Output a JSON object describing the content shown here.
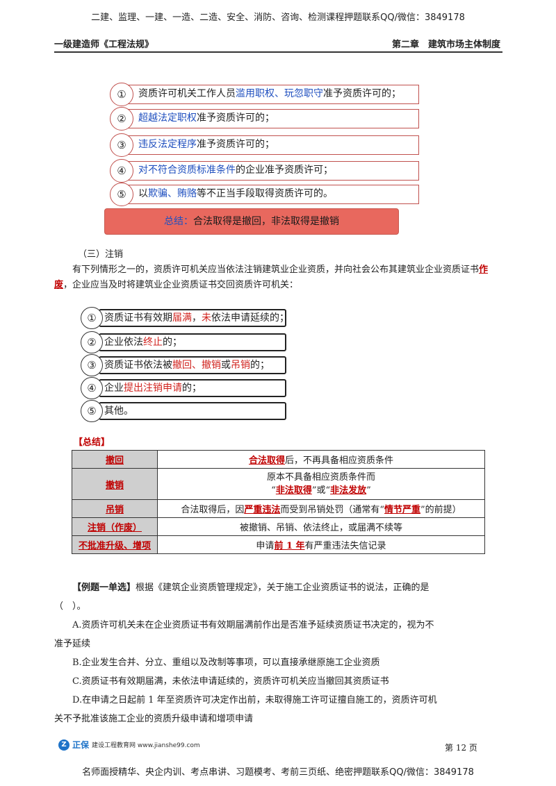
{
  "top_banner": "二建、监理、一建、一造、二造、安全、消防、咨询、检测课程押题联系QQ/微信：3849178",
  "header": {
    "left": "一级建造师《工程法规》",
    "right": "第二章　建筑市场主体制度"
  },
  "list1": [
    {
      "num": "①",
      "parts": [
        {
          "t": "资质许可机关工作人员",
          "c": ""
        },
        {
          "t": "滥用职权、玩忽职守",
          "c": "blue"
        },
        {
          "t": "准予资质许可的；",
          "c": ""
        }
      ]
    },
    {
      "num": "②",
      "parts": [
        {
          "t": "超越法定职权",
          "c": "blue"
        },
        {
          "t": "准予资质许可的；",
          "c": ""
        }
      ]
    },
    {
      "num": "③",
      "parts": [
        {
          "t": "违反法定程序",
          "c": "blue"
        },
        {
          "t": "准予资质许可的；",
          "c": ""
        }
      ]
    },
    {
      "num": "④",
      "parts": [
        {
          "t": "对不符合资质标准条件",
          "c": "blue"
        },
        {
          "t": "的企业准予资质许可；",
          "c": ""
        }
      ]
    },
    {
      "num": "⑤",
      "parts": [
        {
          "t": "以",
          "c": ""
        },
        {
          "t": "欺骗、贿赂",
          "c": "blue"
        },
        {
          "t": "等不正当手段取得资质许可的。",
          "c": ""
        }
      ]
    }
  ],
  "summary_bar": {
    "label": "总结：",
    "text": "合法取得是撤回，非法取得是撤销"
  },
  "section": {
    "title": "（三）注销",
    "para_a": "有下列情形之一的，资质许可机关应当依法注销建筑业企业资质，并向社会公布其建筑业企业资质证书",
    "para_hl": "作废",
    "para_b": "，企业应当及时将建筑业企业资质证书交回资质许可机关："
  },
  "list2": [
    {
      "num": "①",
      "parts": [
        {
          "t": "资质证书有效期",
          "c": ""
        },
        {
          "t": "届满",
          "c": "r"
        },
        {
          "t": "，",
          "c": ""
        },
        {
          "t": "未",
          "c": "r"
        },
        {
          "t": "依法申请延续的；",
          "c": ""
        }
      ]
    },
    {
      "num": "②",
      "parts": [
        {
          "t": "企业依法",
          "c": ""
        },
        {
          "t": "终止",
          "c": "r"
        },
        {
          "t": "的；",
          "c": ""
        }
      ]
    },
    {
      "num": "③",
      "parts": [
        {
          "t": "资质证书依法被",
          "c": ""
        },
        {
          "t": "撤回、撤销",
          "c": "r"
        },
        {
          "t": "或",
          "c": ""
        },
        {
          "t": "吊销",
          "c": "r"
        },
        {
          "t": "的；",
          "c": ""
        }
      ]
    },
    {
      "num": "④",
      "parts": [
        {
          "t": "企业",
          "c": ""
        },
        {
          "t": "提出注销申请",
          "c": "r"
        },
        {
          "t": "的；",
          "c": ""
        }
      ]
    },
    {
      "num": "⑤",
      "parts": [
        {
          "t": "其他。",
          "c": ""
        }
      ]
    }
  ],
  "summary_table": {
    "label": "【总结】",
    "rows": [
      {
        "key": "撤回",
        "a": "",
        "hl": "合法取得",
        "b": "后，不再具备相应资质条件"
      },
      {
        "key": "撤销",
        "line1": "原本不具备相应资质条件而",
        "q1": "非法取得",
        "mid": "”或“",
        "q2": "非法发放"
      },
      {
        "key": "吊销",
        "a": "合法取得后，因",
        "hl": "严重违法",
        "b": "而受到吊销处罚（通常有“",
        "hl2": "情节严重",
        "c": "”的前提）"
      },
      {
        "key": "注销（作废）",
        "text": "被撤销、吊销、依法终止，或届满不续等"
      },
      {
        "key": "不批准升级、增项",
        "a": "申请",
        "hl": "前 1 年",
        "b": "有严重违法失信记录"
      }
    ]
  },
  "question": {
    "tag": "【例题一单选】",
    "stem": "根据《建筑企业资质管理规定》，关于施工企业资质证书的说法，正确的是",
    "blank": "（　）。",
    "options": [
      {
        "a": "A.资质许可机关未在企业资质证书有效期届满前作出是否准予延续资质证书决定的，视为不",
        "b": "准予延续"
      },
      {
        "a": "B.企业发生合并、分立、重组以及改制等事项，可以直接承继原施工企业资质",
        "b": ""
      },
      {
        "a": "C.资质证书有效期届满，未依法申请延续的，资质许可机关应当撤回其资质证书",
        "b": ""
      },
      {
        "a": "D.在申请之日起前 1 年至资质许可决定作出前，未取得施工许可证擅自施工的，资质许可机",
        "b": "关不予批准该施工企业的资质升级申请和增项申请"
      }
    ]
  },
  "footer": {
    "logo": "正保",
    "logo_sub": "建设工程教育网 www.jianshe99.com",
    "page": "第 12 页",
    "banner": "名师面授精华、央企内训、考点串讲、习题模考、考前三页纸、绝密押题联系QQ/微信：3849178"
  }
}
